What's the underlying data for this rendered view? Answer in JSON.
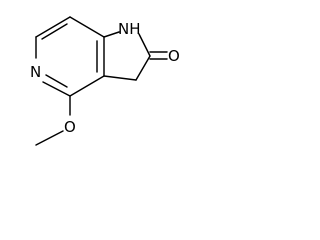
{
  "molecule": {
    "atoms": {
      "nh": "NH",
      "n": "N",
      "o_carbonyl": "O",
      "o_methoxy": "O"
    },
    "style": {
      "line_color": "#000000",
      "background_color": "#ffffff"
    }
  }
}
